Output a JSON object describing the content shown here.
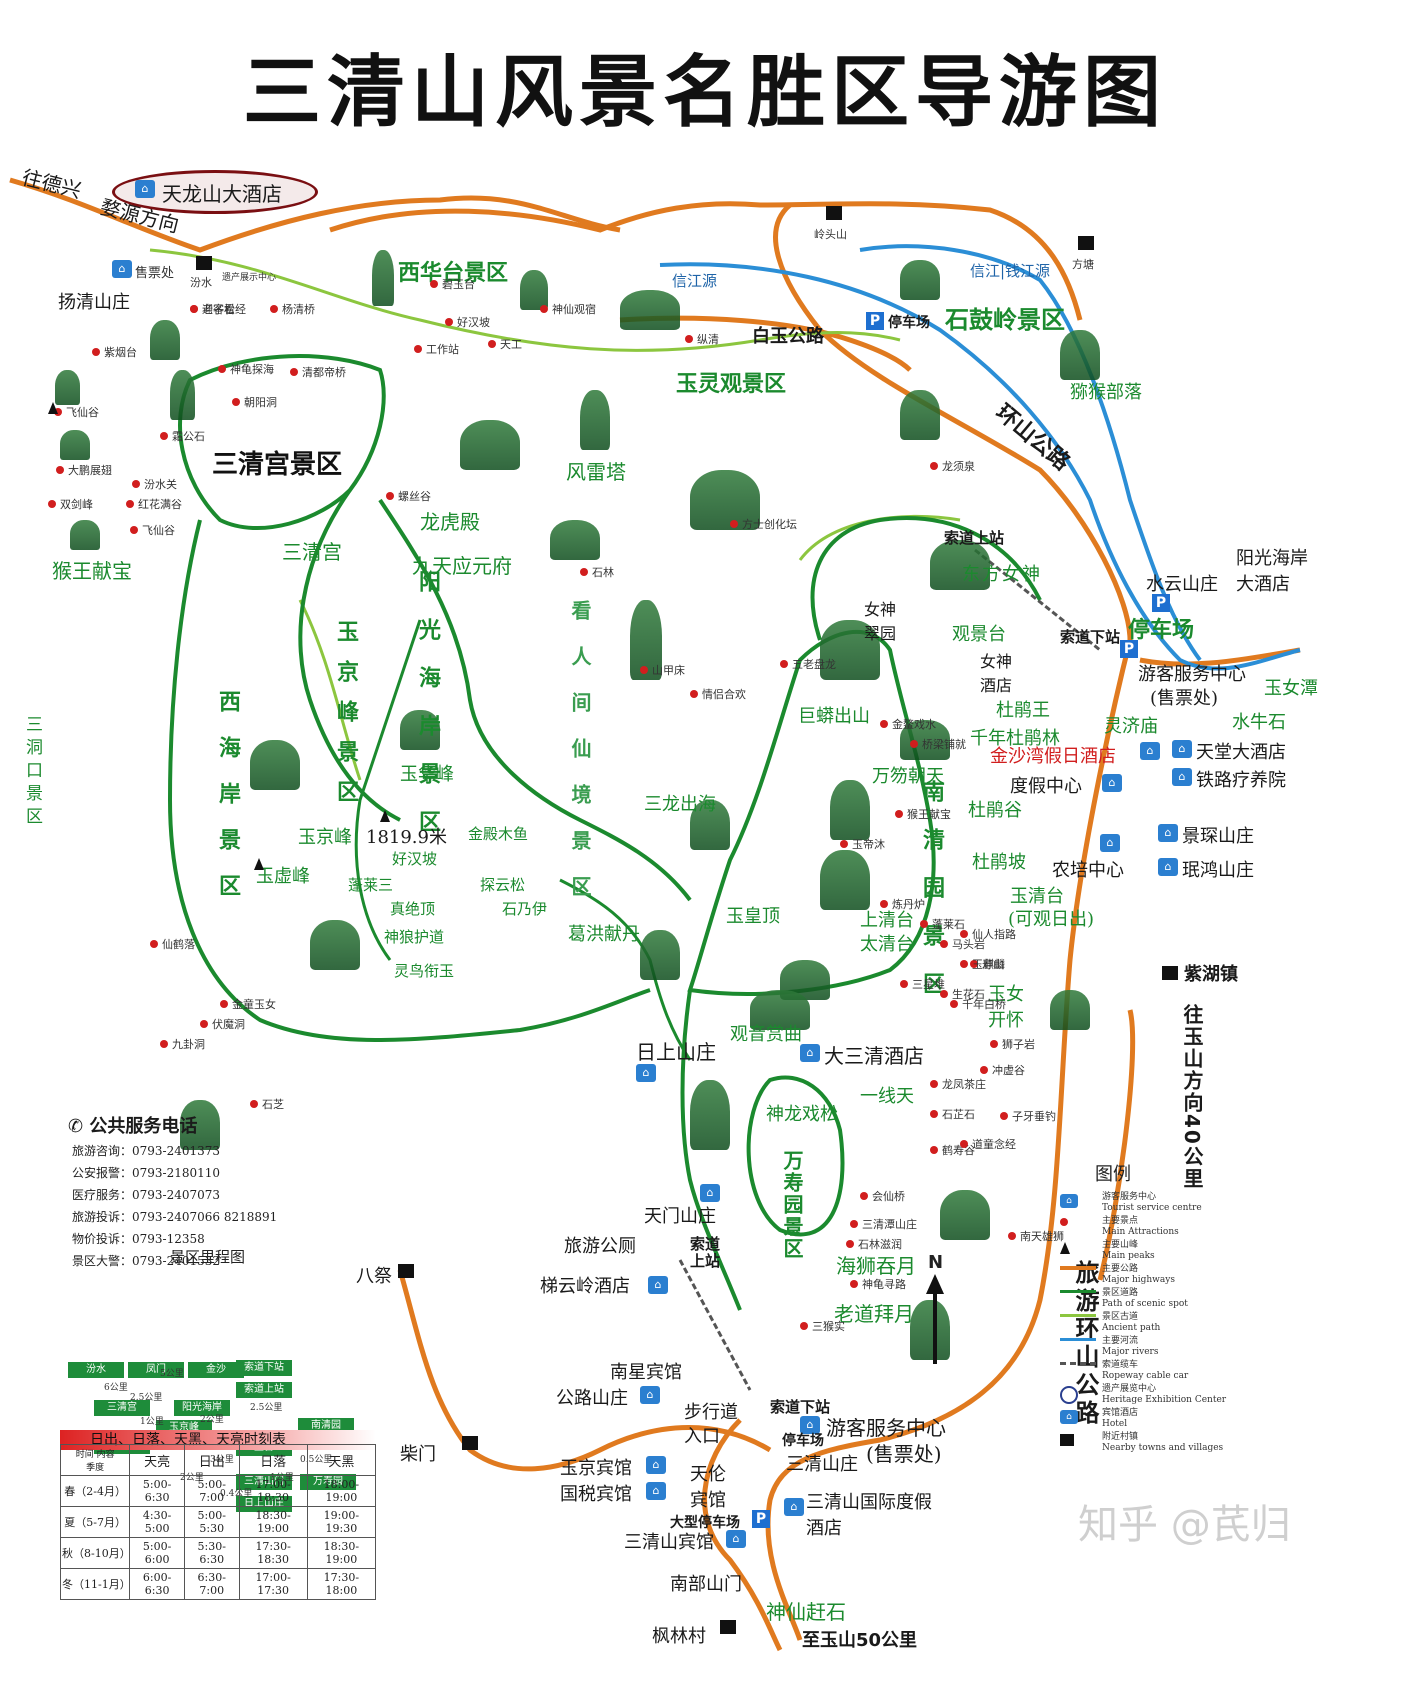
{
  "title": "三清山风景名胜区导游图",
  "colors": {
    "major_highway": "#e07a1f",
    "scenic_path": "#1b8a2e",
    "ancient_path": "#8cc63f",
    "river": "#2b8ed6",
    "spot": "#d11e1e"
  },
  "top_labels": {
    "to_dexing": "往德兴",
    "to_wuyuan": "婺源方向",
    "hotel_tianlongshan": "天龙山大酒店",
    "ticket_office": "售票处",
    "fenshui": "汾水",
    "heritage_center_small": "遗产展示中心",
    "lingtoushan": "岭头山",
    "fangtang": "方塘",
    "xinjiang_yuan": "信江源",
    "xinjiang_qiantang": "信江|钱江源",
    "baiyu_road": "白玉公路",
    "shigu_area": "石鼓岭景区",
    "parking_north": "停车场",
    "monkey_tribe": "猕猴部落",
    "huanshan_road": "环山公路",
    "xihuatai_area": "西华台景区",
    "yulingguan_area": "玉灵观景区",
    "yangqing_villa": "扬清山庄",
    "sanqinggong_area": "三清宫景区",
    "fengleita": "风雷塔",
    "longhudian": "龙虎殿",
    "sanqinggong": "三清宫",
    "jiutian": "九天应元府",
    "houwang": "猴王献宝",
    "sandongkou_area": "三洞口景区",
    "xihai_area": "西海岸景区",
    "jingfeng_area": "玉京峰景区",
    "yangguang_area": "阳光海岸景区",
    "renjian_area": "看人间仙境景区",
    "yuxufeng": "玉虚峰",
    "yujingfeng": "玉京峰",
    "altitude": "1819.9米",
    "jindian": "金殿木鱼",
    "haohanpo": "好汉坡",
    "penglai": "蓬莱三",
    "tanyunsong": "探云松",
    "shinaiyi": "石乃伊",
    "zhenjueding": "真绝顶",
    "shenhu": "神狼护道",
    "lingniao": "灵鸟衔玉",
    "yuhuafeng": "玉华峰",
    "sanlongchuhai": "三龙出海",
    "gehongxiandan": "葛洪献丹",
    "yuhuangding": "玉皇顶",
    "guanyin": "观音赏曲",
    "rishang_villa": "日上山庄",
    "dasanqing_hotel": "大三清酒店",
    "yixiantian": "一线天",
    "shenlong": "神龙戏松",
    "nanqing_area": "南清园景区",
    "suodao_top_station": "索道上站",
    "dongfang_nvshen": "东方女神",
    "nvshen_cuiyuan": "女神翠园",
    "guanjingtai": "观景台",
    "nvshen_hotel": "女神酒店",
    "jumangchushan": "巨蟒出山",
    "wanshou_chaotian": "万笏朝天",
    "dujuanwang": "杜鹃王",
    "qiannian_dujuanlin": "千年杜鹃林",
    "lingji_temple": "灵济庙",
    "jinsha_hotel": "金沙湾假日酒店",
    "dujia_center": "度假中心",
    "dujuangu": "杜鹃谷",
    "dujuanpo": "杜鹃坡",
    "nongpei_center": "农培中心",
    "yuqingtai": "玉清台",
    "guankan": "(可观日出)",
    "shangqingtai": "上清台",
    "taiqingtai": "太清台",
    "yunv_kaihuai": "玉女开怀",
    "suodao_bottom_station_n": "索道下站",
    "parking_east": "停车场",
    "visitor_center_n": "游客服务中心",
    "ticket_n": "(售票处)",
    "yangguang_hotel": "阳光海岸大酒店",
    "shuiyun_villa": "水云山庄",
    "yunv_tan": "玉女潭",
    "shuiniu_stone": "水牛石",
    "tiantang_hotel": "天堂大酒店",
    "railway_sanatorium": "铁路疗养院",
    "jingshen_villa": "景琛山庄",
    "minhong_villa": "珉鸿山庄",
    "zihu_town": "紫湖镇",
    "to_yushan": "往玉山方向40公里",
    "tianmen_villa": "天门山庄",
    "tourist_toilet": "旅游公厕",
    "suodao_top_south": "索道上站",
    "tiyunling_hotel": "梯云岭酒店",
    "wanshouyuan_area": "万寿园景区",
    "haishi": "海狮吞月",
    "laodao": "老道拜月",
    "nanxing_hotel": "南星宾馆",
    "gonglu_villa": "公路山庄",
    "buxingdao": "步行道",
    "rukou": "入口",
    "suodao_bottom_south": "索道下站",
    "visitor_center_s": "游客服务中心",
    "ticket_s": "(售票处)",
    "parking_s": "停车场",
    "sanqing_villa": "三清山庄",
    "yujing_hotel": "玉京宾馆",
    "guoshui_hotel": "国税宾馆",
    "tianlun_hotel": "天伦宾馆",
    "big_parking": "大型停车场",
    "intl_resort": "三清山国际度假酒店",
    "sanqingshan_hotel": "三清山宾馆",
    "south_gate": "南部山门",
    "shenxian": "神仙赶石",
    "fenglin": "枫林村",
    "to_yushan_50": "至玉山50公里",
    "bajizi": "八祭",
    "chaimen": "柴门",
    "lvyou_road": "旅游环山公路"
  },
  "small_spots": [
    "老子看经",
    "杨清桥",
    "神仙观宿",
    "碧玉台",
    "好汉坡",
    "工作站",
    "天工",
    "纵清",
    "神龟探海",
    "清都帝桥",
    "朝阳洞",
    "霜公石",
    "紫烟台",
    "飞仙谷",
    "大鹏展翅",
    "双剑峰",
    "汾水关",
    "红花满谷",
    "飞仙谷",
    "螺丝谷",
    "龙须泉",
    "方士创化坛",
    "石林",
    "山甲床",
    "情侣合欢",
    "五老盘龙",
    "金鳌戏水",
    "桥梁铺就",
    "猴王献宝",
    "玉帝沐",
    "仙人指路",
    "寿山",
    "千年白桥",
    "狮子岩",
    "冲虚谷",
    "石芷石",
    "鹤寿谷",
    "会仙桥",
    "三清潭山庄",
    "石林滋润",
    "神龟寻路",
    "三猴实",
    "子牙垂钓",
    "南天雄狮",
    "道童念经",
    "龙凤茶庄",
    "生花石",
    "玉麒麟",
    "马头岩",
    "蓬莱石",
    "炼丹炉",
    "三星堆",
    "仙鹤落",
    "伏魔洞",
    "九卦洞",
    "金童玉女",
    "石芝",
    "迎客松"
  ],
  "phones": {
    "title": "公共服务电话",
    "items": [
      "旅游咨询：0793-2401373",
      "公安报警：0793-2180110",
      "医疗服务：0793-2407073",
      "旅游投诉：0793-2407066 8218891",
      "物价投诉：0793-12358",
      "景区大警：0793-2401532"
    ]
  },
  "mileage": {
    "title": "景区里程图",
    "boxes": [
      "汾水",
      "凤门",
      "金沙",
      "三清宫",
      "阳光海岸",
      "西海岸",
      "玉京峰",
      "玉台",
      "南清园",
      "万寿园",
      "索道下站",
      "索道上站",
      "三清山门",
      "日上山庄"
    ],
    "distances": [
      "6公里",
      "5公里",
      "2.5公里",
      "1公里",
      "2公里",
      "2.5公里",
      "1.5公里",
      "0.5公里",
      "3公里",
      "2公里",
      "0.4公里",
      "1公里"
    ]
  },
  "schedule": {
    "title": "日出、日落、天黑、天亮时刻表",
    "headers": [
      "季度",
      "天亮",
      "日出",
      "日落",
      "天黑"
    ],
    "corner_top": "时间",
    "corner_mid": "内容",
    "rows": [
      [
        "春（2-4月）",
        "5:00-6:30",
        "5:00-7:00",
        "17:00-18:30",
        "18:00-19:00"
      ],
      [
        "夏（5-7月）",
        "4:30-5:00",
        "5:00-5:30",
        "18:30-19:00",
        "19:00-19:30"
      ],
      [
        "秋（8-10月）",
        "5:00-6:00",
        "5:30-6:30",
        "17:30-18:30",
        "18:30-19:00"
      ],
      [
        "冬（11-1月）",
        "6:00-6:30",
        "6:30-7:00",
        "17:00-17:30",
        "17:30-18:00"
      ]
    ]
  },
  "legend": {
    "title": "图例",
    "items": [
      [
        "游客服务中心",
        "Tourist service centre"
      ],
      [
        "主要景点",
        "Main Attractions"
      ],
      [
        "主要山峰",
        "Main peaks"
      ],
      [
        "主要公路",
        "Major highways"
      ],
      [
        "景区道路",
        "Path of scenic spot"
      ],
      [
        "景区古道",
        "Ancient path"
      ],
      [
        "主要河流",
        "Major rivers"
      ],
      [
        "索道缆车",
        "Ropeway cable car"
      ],
      [
        "遗产展览中心",
        "Heritage Exhibition Center"
      ],
      [
        "宾馆酒店",
        "Hotel"
      ],
      [
        "附近村镇",
        "Nearby towns and villages"
      ]
    ]
  },
  "north": "N",
  "watermark": "知乎 @芪归"
}
